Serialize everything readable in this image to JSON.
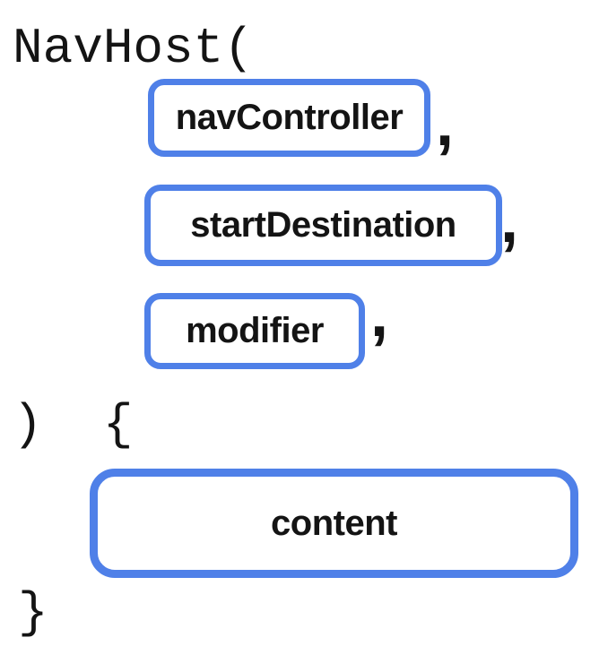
{
  "diagram": {
    "code_open": "NavHost(",
    "params": [
      {
        "label": "navController",
        "suffix": ","
      },
      {
        "label": "startDestination",
        "suffix": ","
      },
      {
        "label": "modifier",
        "suffix": ","
      }
    ],
    "code_close_paren_open_brace": ")  {",
    "body": {
      "label": "content"
    },
    "code_close_brace": "}",
    "colors": {
      "box_border": "#4F80E8",
      "text": "#141414",
      "background": "#FFFFFF"
    }
  }
}
